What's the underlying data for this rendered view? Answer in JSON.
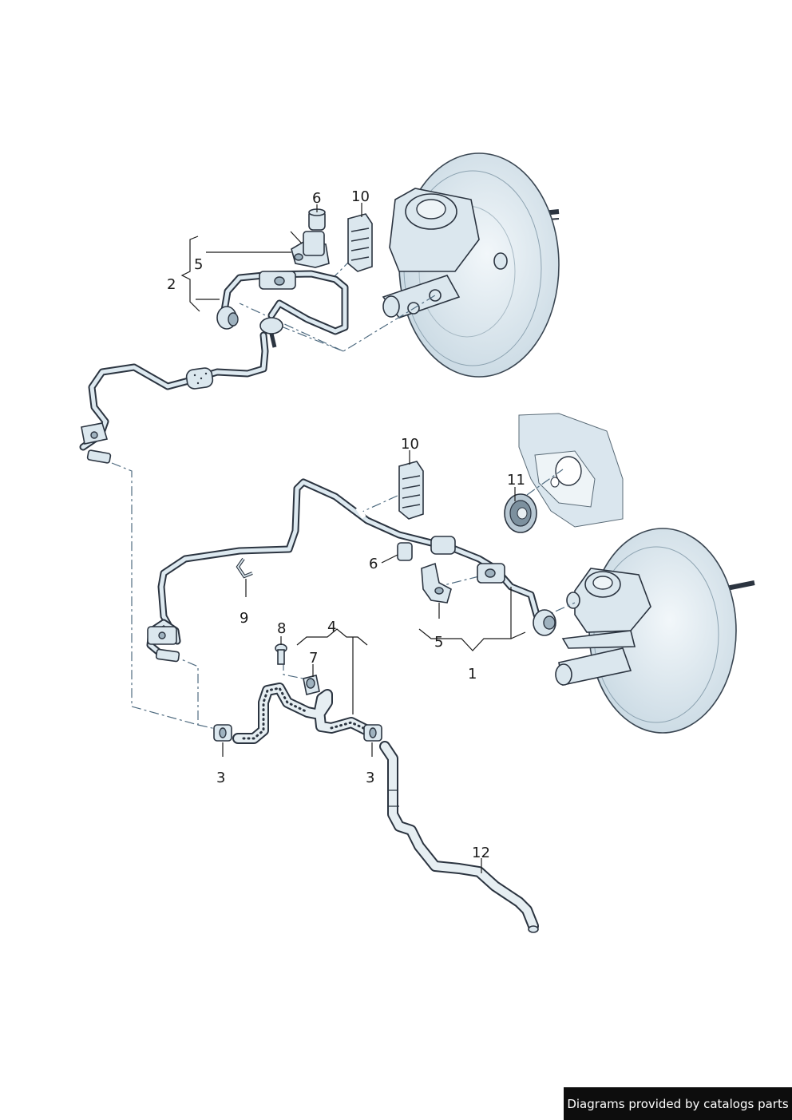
{
  "callouts": {
    "c1": "1",
    "c2": "2",
    "c3a": "3",
    "c3b": "3",
    "c4": "4",
    "c5a": "5",
    "c5b": "5",
    "c6a": "6",
    "c6b": "6",
    "c7": "7",
    "c8": "8",
    "c9": "9",
    "c10a": "10",
    "c10b": "10",
    "c11": "11",
    "c12": "12"
  },
  "footer": {
    "text": "Diagrams provided by catalogs parts"
  },
  "icons": [
    "brake-booster-icon",
    "brake-line-icon",
    "clamp-icon",
    "bolt-icon",
    "grommet-icon"
  ]
}
